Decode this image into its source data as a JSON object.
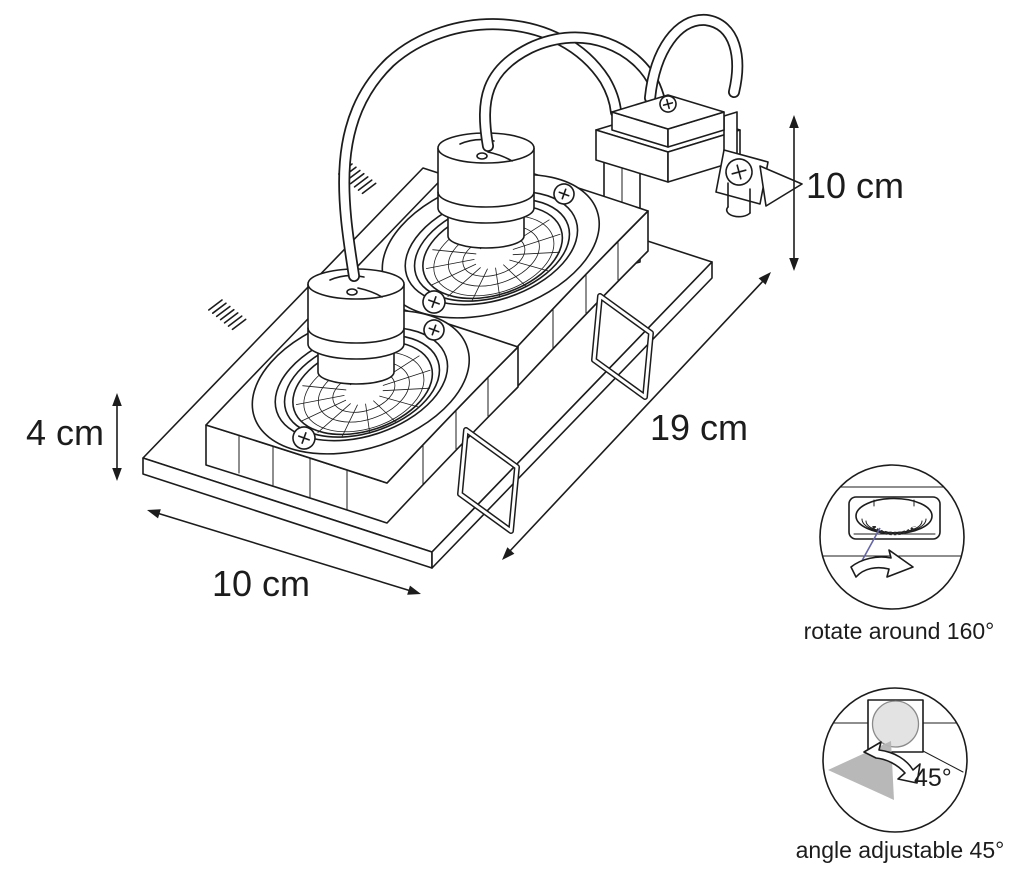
{
  "page": {
    "background": "#ffffff"
  },
  "drawing": {
    "subject": "recessed double square spotlight - technical line drawing"
  },
  "dimensions": {
    "height": "10 cm",
    "length": "19 cm",
    "depth": "4 cm",
    "width": "10 cm"
  },
  "callouts": {
    "rotate": {
      "caption": "rotate around 160°"
    },
    "tilt": {
      "caption": "angle adjustable 45°",
      "angle_label": "45°"
    }
  },
  "colors": {
    "line": "#1c1c1c",
    "pointer_line": "#6666a6",
    "lamp_fill": "#e3e3e3",
    "beam_fill": "#b4b4b4"
  }
}
